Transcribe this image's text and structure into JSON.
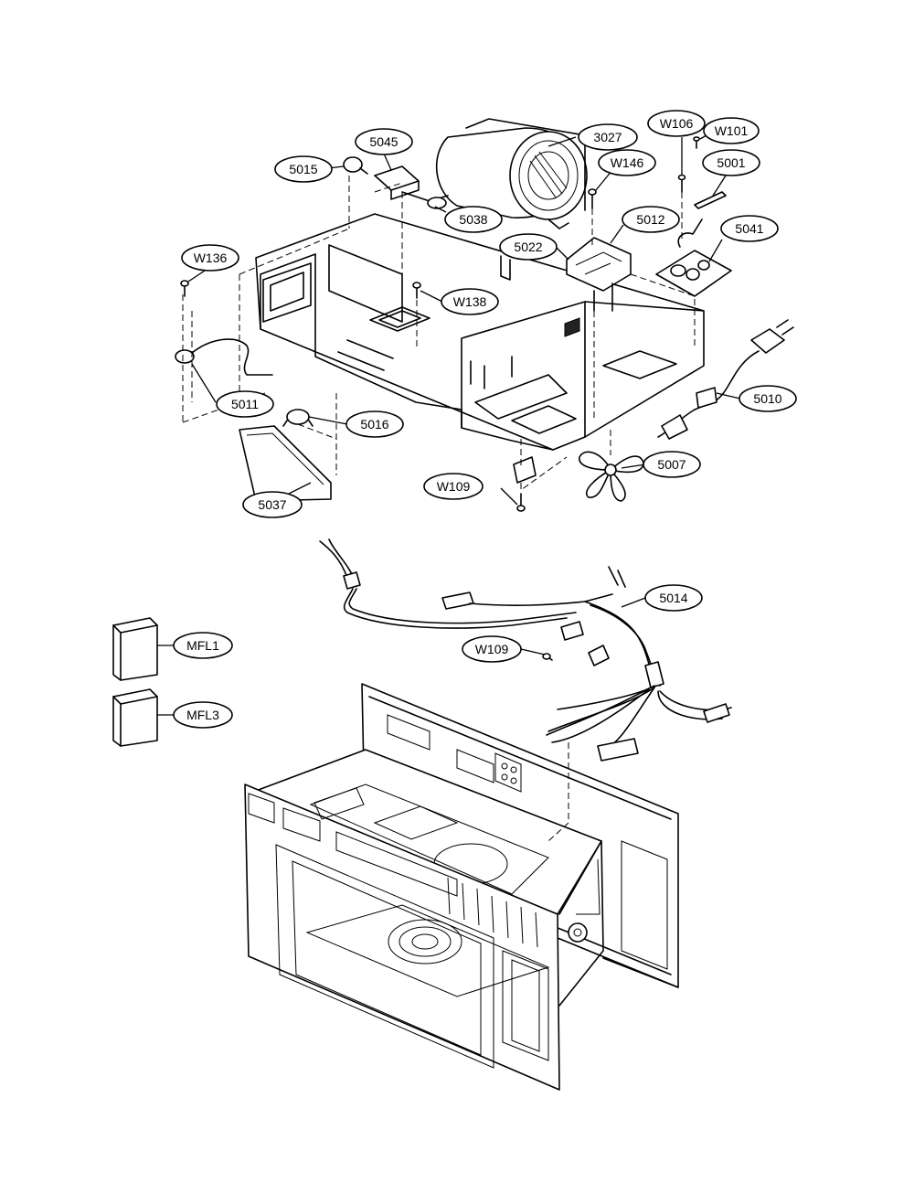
{
  "callouts": {
    "c5045": "5045",
    "c5015": "5015",
    "c3027": "3027",
    "cW106": "W106",
    "cW101": "W101",
    "cW146": "W146",
    "c5001": "5001",
    "c5038": "5038",
    "c5012": "5012",
    "c5022": "5022",
    "c5041": "5041",
    "cW136": "W136",
    "cW138": "W138",
    "c5011": "5011",
    "c5016": "5016",
    "c5010": "5010",
    "c5007": "5007",
    "cW109a": "W109",
    "c5037": "5037",
    "c5014": "5014",
    "cMFL1": "MFL1",
    "cW109b": "W109",
    "cMFL3": "MFL3"
  }
}
